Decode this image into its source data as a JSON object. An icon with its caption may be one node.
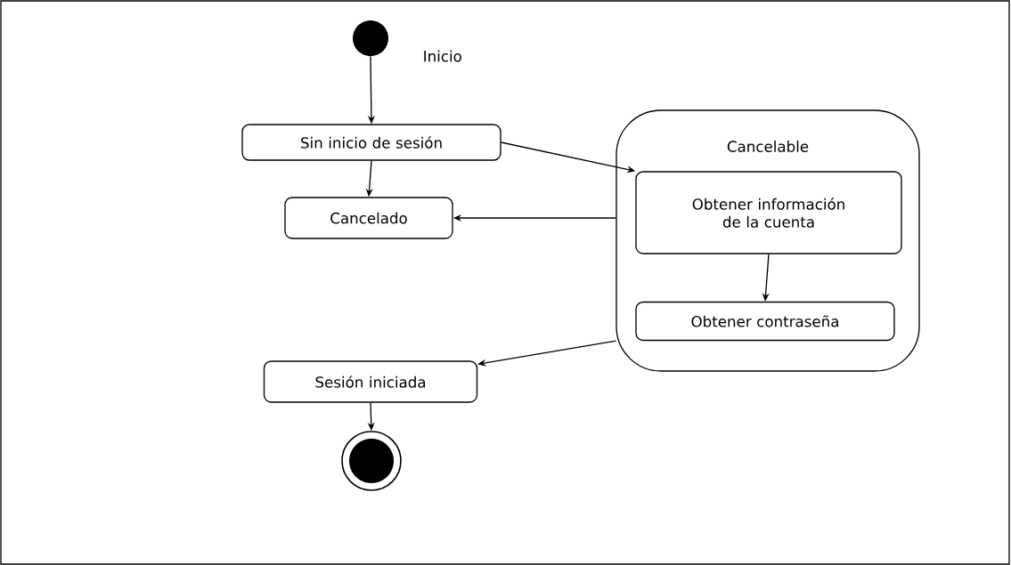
{
  "diagram": {
    "nodes": [
      {
        "text": [],
        "shape": "circle",
        "beside": [
          "Inicio"
        ]
      },
      {
        "text": [
          "Sin inicio de sesión"
        ]
      },
      {
        "text": [
          "Cancelado"
        ]
      },
      {
        "text": [
          "Cancelable"
        ]
      },
      {
        "text": [
          "Obtener información de la cuenta"
        ],
        "in": 3
      },
      {
        "text": [
          "Obtener contraseña"
        ],
        "in": 3
      },
      {
        "text": [
          "Sesión iniciada"
        ]
      },
      {
        "text": [],
        "shape": "circle"
      }
    ],
    "edges": [
      {
        "from": 0,
        "to": 1,
        "arrow": "to"
      },
      {
        "from": 1,
        "to": 2,
        "arrow": "to"
      },
      {
        "from": 1,
        "to": 4,
        "arrow": "to"
      },
      {
        "from": 3,
        "to": 2,
        "arrow": "to"
      },
      {
        "from": 4,
        "to": 5,
        "arrow": "to"
      },
      {
        "from": 5,
        "to": 6,
        "arrow": "to"
      },
      {
        "from": 6,
        "to": 7,
        "arrow": "to"
      }
    ]
  }
}
